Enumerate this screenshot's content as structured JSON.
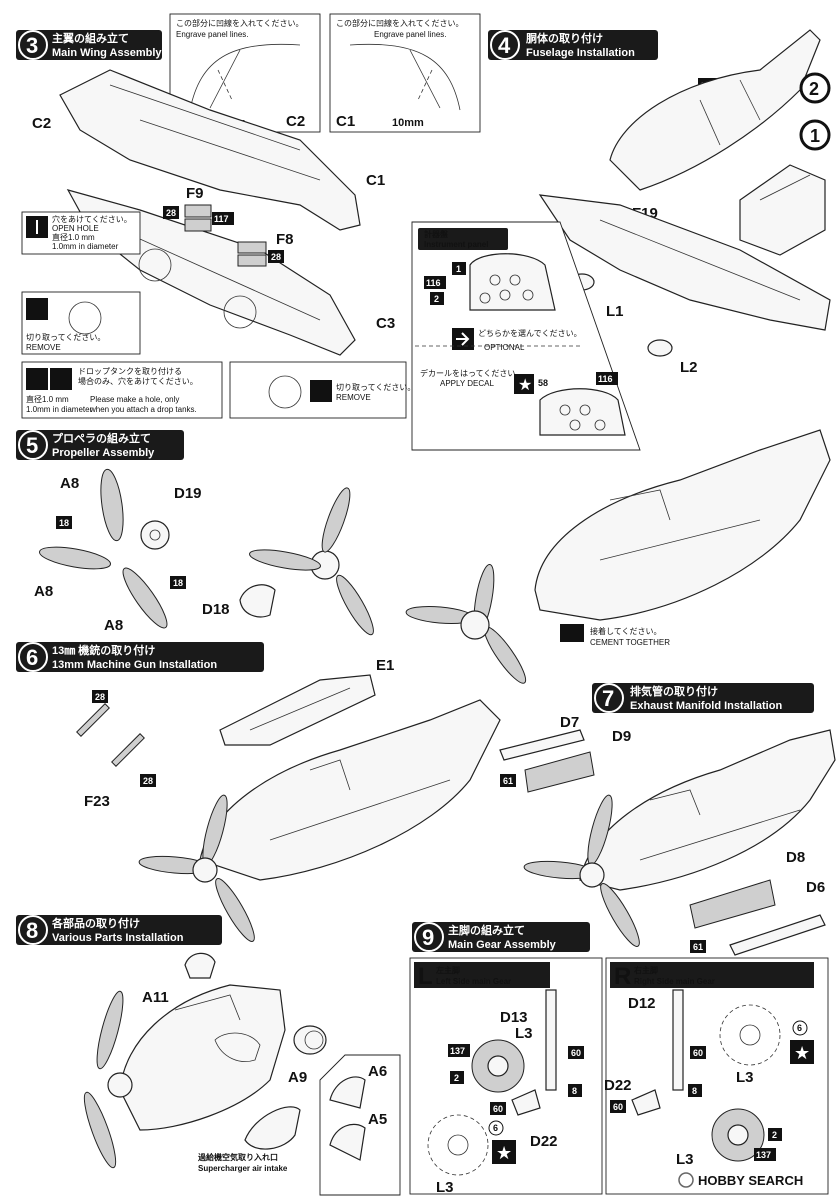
{
  "steps": [
    {
      "num": "3",
      "title_jp": "主翼の組み立て",
      "title_en": "Main Wing Assembly"
    },
    {
      "num": "4",
      "title_jp": "胴体の取り付け",
      "title_en": "Fuselage Installation"
    },
    {
      "num": "5",
      "title_jp": "プロペラの組み立て",
      "title_en": "Propeller Assembly"
    },
    {
      "num": "6",
      "title_jp": "13㎜ 機銃の取り付け",
      "title_en": "13mm Machine Gun Installation"
    },
    {
      "num": "7",
      "title_jp": "排気管の取り付け",
      "title_en": "Exhaust Manifold Installation"
    },
    {
      "num": "8",
      "title_jp": "各部品の取り付け",
      "title_en": "Various Parts Installation"
    },
    {
      "num": "9",
      "title_jp": "主脚の組み立て",
      "title_en": "Main Gear Assembly"
    }
  ],
  "notes": {
    "engrave_jp": "この部分に凹線を入れてください。",
    "engrave_en": "Engrave panel lines.",
    "ten_mm": "10mm",
    "open_hole_jp": "穴をあけてください。",
    "open_hole_en": "OPEN HOLE",
    "diameter_jp": "直径1.0 mm",
    "diameter_en": "1.0mm  in  diameter",
    "remove_jp": "切り取ってください。",
    "remove_en": "REMOVE",
    "drop_jp1": "ドロップタンクを取り付ける",
    "drop_jp2": "場合のみ、穴をあけてください。",
    "drop_en1": "Please make a hole, only",
    "drop_en2": "when you attach a drop tanks.",
    "instrument_jp": "計器盤",
    "instrument_en": "Instrument panel",
    "optional_jp": "どちらかを選んでください。",
    "optional_en": "OPTIONAL",
    "decal_jp": "デカールをはってください。",
    "decal_en": "APPLY DECAL",
    "cement_jp": "接着してください。",
    "cement_en": "CEMENT TOGETHER",
    "supercharger_jp": "過給機空気取り入れ口",
    "supercharger_en": "Supercharger air intake",
    "left_gear_jp": "左主脚",
    "left_gear_en": "Left Side main Gear",
    "right_gear_jp": "右主脚",
    "right_gear_en": "Right Side main Gear",
    "left_letter": "L",
    "right_letter": "R",
    "watermark": "HOBBY SEARCH",
    "circle1": "1",
    "circle2": "2"
  },
  "parts": {
    "C1": "C1",
    "C2": "C2",
    "C3": "C3",
    "F8": "F8",
    "F9": "F9",
    "F19": "F19",
    "F23": "F23",
    "L1": "L1",
    "L2": "L2",
    "L3": "L3",
    "A5": "A5",
    "A6": "A6",
    "A8": "A8",
    "A9": "A9",
    "A11": "A11",
    "D6": "D6",
    "D7": "D7",
    "D8": "D8",
    "D9": "D9",
    "D12": "D12",
    "D13": "D13",
    "D18": "D18",
    "D19": "D19",
    "D22": "D22",
    "E1": "E1"
  },
  "colors": {
    "c116": "116",
    "c117": "117",
    "c28": "28",
    "c1": "1",
    "c2": "2",
    "c58": "58",
    "c18": "18",
    "c61": "61",
    "c137": "137",
    "c60": "60",
    "c8": "8",
    "c6": "6"
  }
}
